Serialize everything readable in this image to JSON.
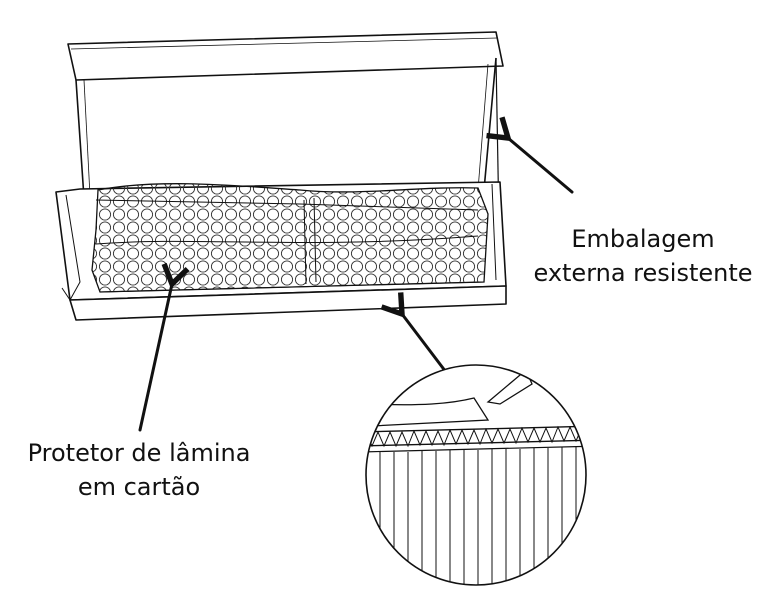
{
  "labels": {
    "outer_packaging": {
      "line1": "Embalagem",
      "line2": "externa resistente"
    },
    "blade_protector": {
      "line1": "Protetor de lâmina",
      "line2": "em cartão"
    }
  },
  "colors": {
    "stroke": "#111111",
    "background": "#ffffff"
  },
  "icons": [
    "arrow-icon"
  ]
}
